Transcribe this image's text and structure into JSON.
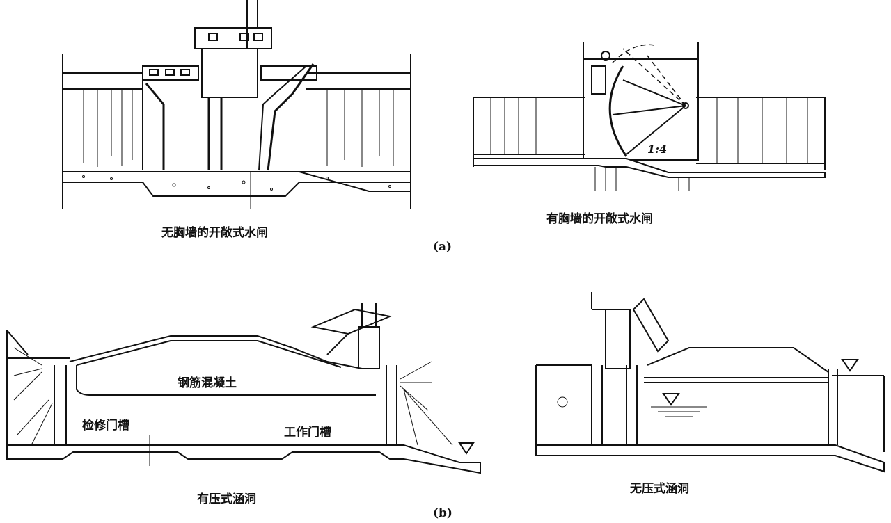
{
  "figure": {
    "a": {
      "panel_label": "(a)",
      "left": {
        "caption": "无胸墙的开敞式水闸"
      },
      "right": {
        "caption": "有胸墙的开敞式水闸",
        "slope_label": "1:4"
      }
    },
    "b": {
      "panel_label": "(b)",
      "left": {
        "caption": "有压式涵洞",
        "label_concrete": "钢筋混凝土",
        "label_maintenance_slot": "检修门槽",
        "label_work_slot": "工作门槽"
      },
      "right": {
        "caption": "无压式涵洞"
      }
    }
  }
}
